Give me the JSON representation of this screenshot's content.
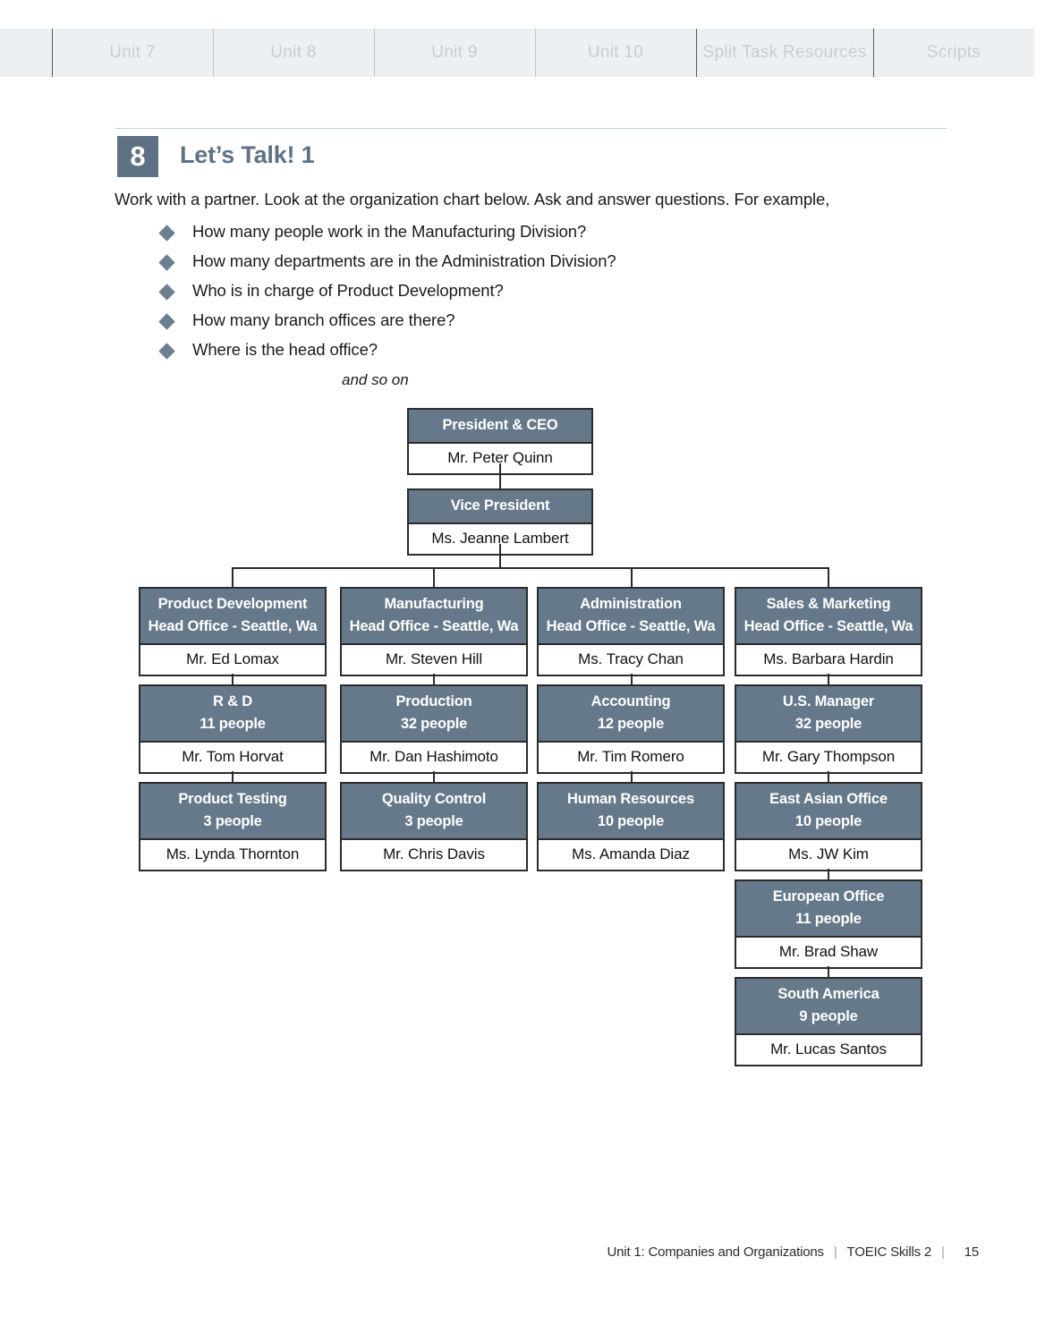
{
  "tabs": [
    {
      "label": "Unit 7",
      "divider": "dark"
    },
    {
      "label": "Unit 8",
      "divider": "light"
    },
    {
      "label": "Unit 9",
      "divider": "light"
    },
    {
      "label": "Unit 10",
      "divider": "light"
    },
    {
      "label": "Split Task Resources",
      "divider": "dark"
    },
    {
      "label": "Scripts",
      "divider": "dark"
    }
  ],
  "section": {
    "number": "8",
    "title": "Let’s Talk! 1",
    "intro": "Work with a partner. Look at the organization chart below. Ask and answer questions. For example,",
    "and_so_on": "and so on"
  },
  "bullets": [
    "How many people work in the Manufacturing Division?",
    "How many departments are in the Administration Division?",
    "Who is in charge of Product Development?",
    "How many branch offices are there?",
    "Where is the head office?"
  ],
  "colors": {
    "header_fill": "#66798b",
    "badge_fill": "#5f7284",
    "title_text": "#5f7284",
    "bullet_diamond": "#6c7f90",
    "box_border": "#2b2b2b",
    "tabbar_bg": "#edf0f2",
    "tab_text": "#c8cdd1"
  },
  "chart_data": {
    "type": "diagram",
    "title": "Company organization chart",
    "nodes": {
      "president": {
        "title": "President & CEO",
        "sub": "",
        "name": "Mr. Peter Quinn"
      },
      "vice_president": {
        "title": "Vice President",
        "sub": "",
        "name": "Ms. Jeanne Lambert"
      },
      "product_development": {
        "title": "Product Development",
        "sub": "Head Office - Seattle, Wa",
        "name": "Mr. Ed Lomax"
      },
      "manufacturing": {
        "title": "Manufacturing",
        "sub": "Head Office - Seattle, Wa",
        "name": "Mr. Steven Hill"
      },
      "administration": {
        "title": "Administration",
        "sub": "Head Office - Seattle, Wa",
        "name": "Ms. Tracy Chan"
      },
      "sales_marketing": {
        "title": "Sales & Marketing",
        "sub": "Head Office - Seattle, Wa",
        "name": "Ms. Barbara Hardin"
      },
      "rnd": {
        "title": "R & D",
        "sub": "11 people",
        "name": "Mr. Tom Horvat"
      },
      "production": {
        "title": "Production",
        "sub": "32 people",
        "name": "Mr. Dan Hashimoto"
      },
      "accounting": {
        "title": "Accounting",
        "sub": "12 people",
        "name": "Mr. Tim Romero"
      },
      "us_manager": {
        "title": "U.S. Manager",
        "sub": "32 people",
        "name": "Mr. Gary Thompson"
      },
      "product_testing": {
        "title": "Product Testing",
        "sub": "3 people",
        "name": "Ms. Lynda Thornton"
      },
      "quality_control": {
        "title": "Quality Control",
        "sub": "3 people",
        "name": "Mr. Chris Davis"
      },
      "human_resources": {
        "title": "Human Resources",
        "sub": "10 people",
        "name": "Ms. Amanda Diaz"
      },
      "east_asian_office": {
        "title": "East Asian Office",
        "sub": "10 people",
        "name": "Ms. JW Kim"
      },
      "european_office": {
        "title": "European Office",
        "sub": "11 people",
        "name": "Mr. Brad Shaw"
      },
      "south_america": {
        "title": "South America",
        "sub": "9 people",
        "name": "Mr. Lucas Santos"
      }
    },
    "edges": [
      [
        "president",
        "vice_president"
      ],
      [
        "vice_president",
        "product_development"
      ],
      [
        "vice_president",
        "manufacturing"
      ],
      [
        "vice_president",
        "administration"
      ],
      [
        "vice_president",
        "sales_marketing"
      ],
      [
        "product_development",
        "rnd"
      ],
      [
        "rnd",
        "product_testing"
      ],
      [
        "manufacturing",
        "production"
      ],
      [
        "production",
        "quality_control"
      ],
      [
        "administration",
        "accounting"
      ],
      [
        "accounting",
        "human_resources"
      ],
      [
        "sales_marketing",
        "us_manager"
      ],
      [
        "us_manager",
        "east_asian_office"
      ],
      [
        "east_asian_office",
        "european_office"
      ],
      [
        "european_office",
        "south_america"
      ]
    ]
  },
  "footer": {
    "unit": "Unit 1: Companies and Organizations",
    "book": "TOEIC Skills 2",
    "page": "15"
  }
}
